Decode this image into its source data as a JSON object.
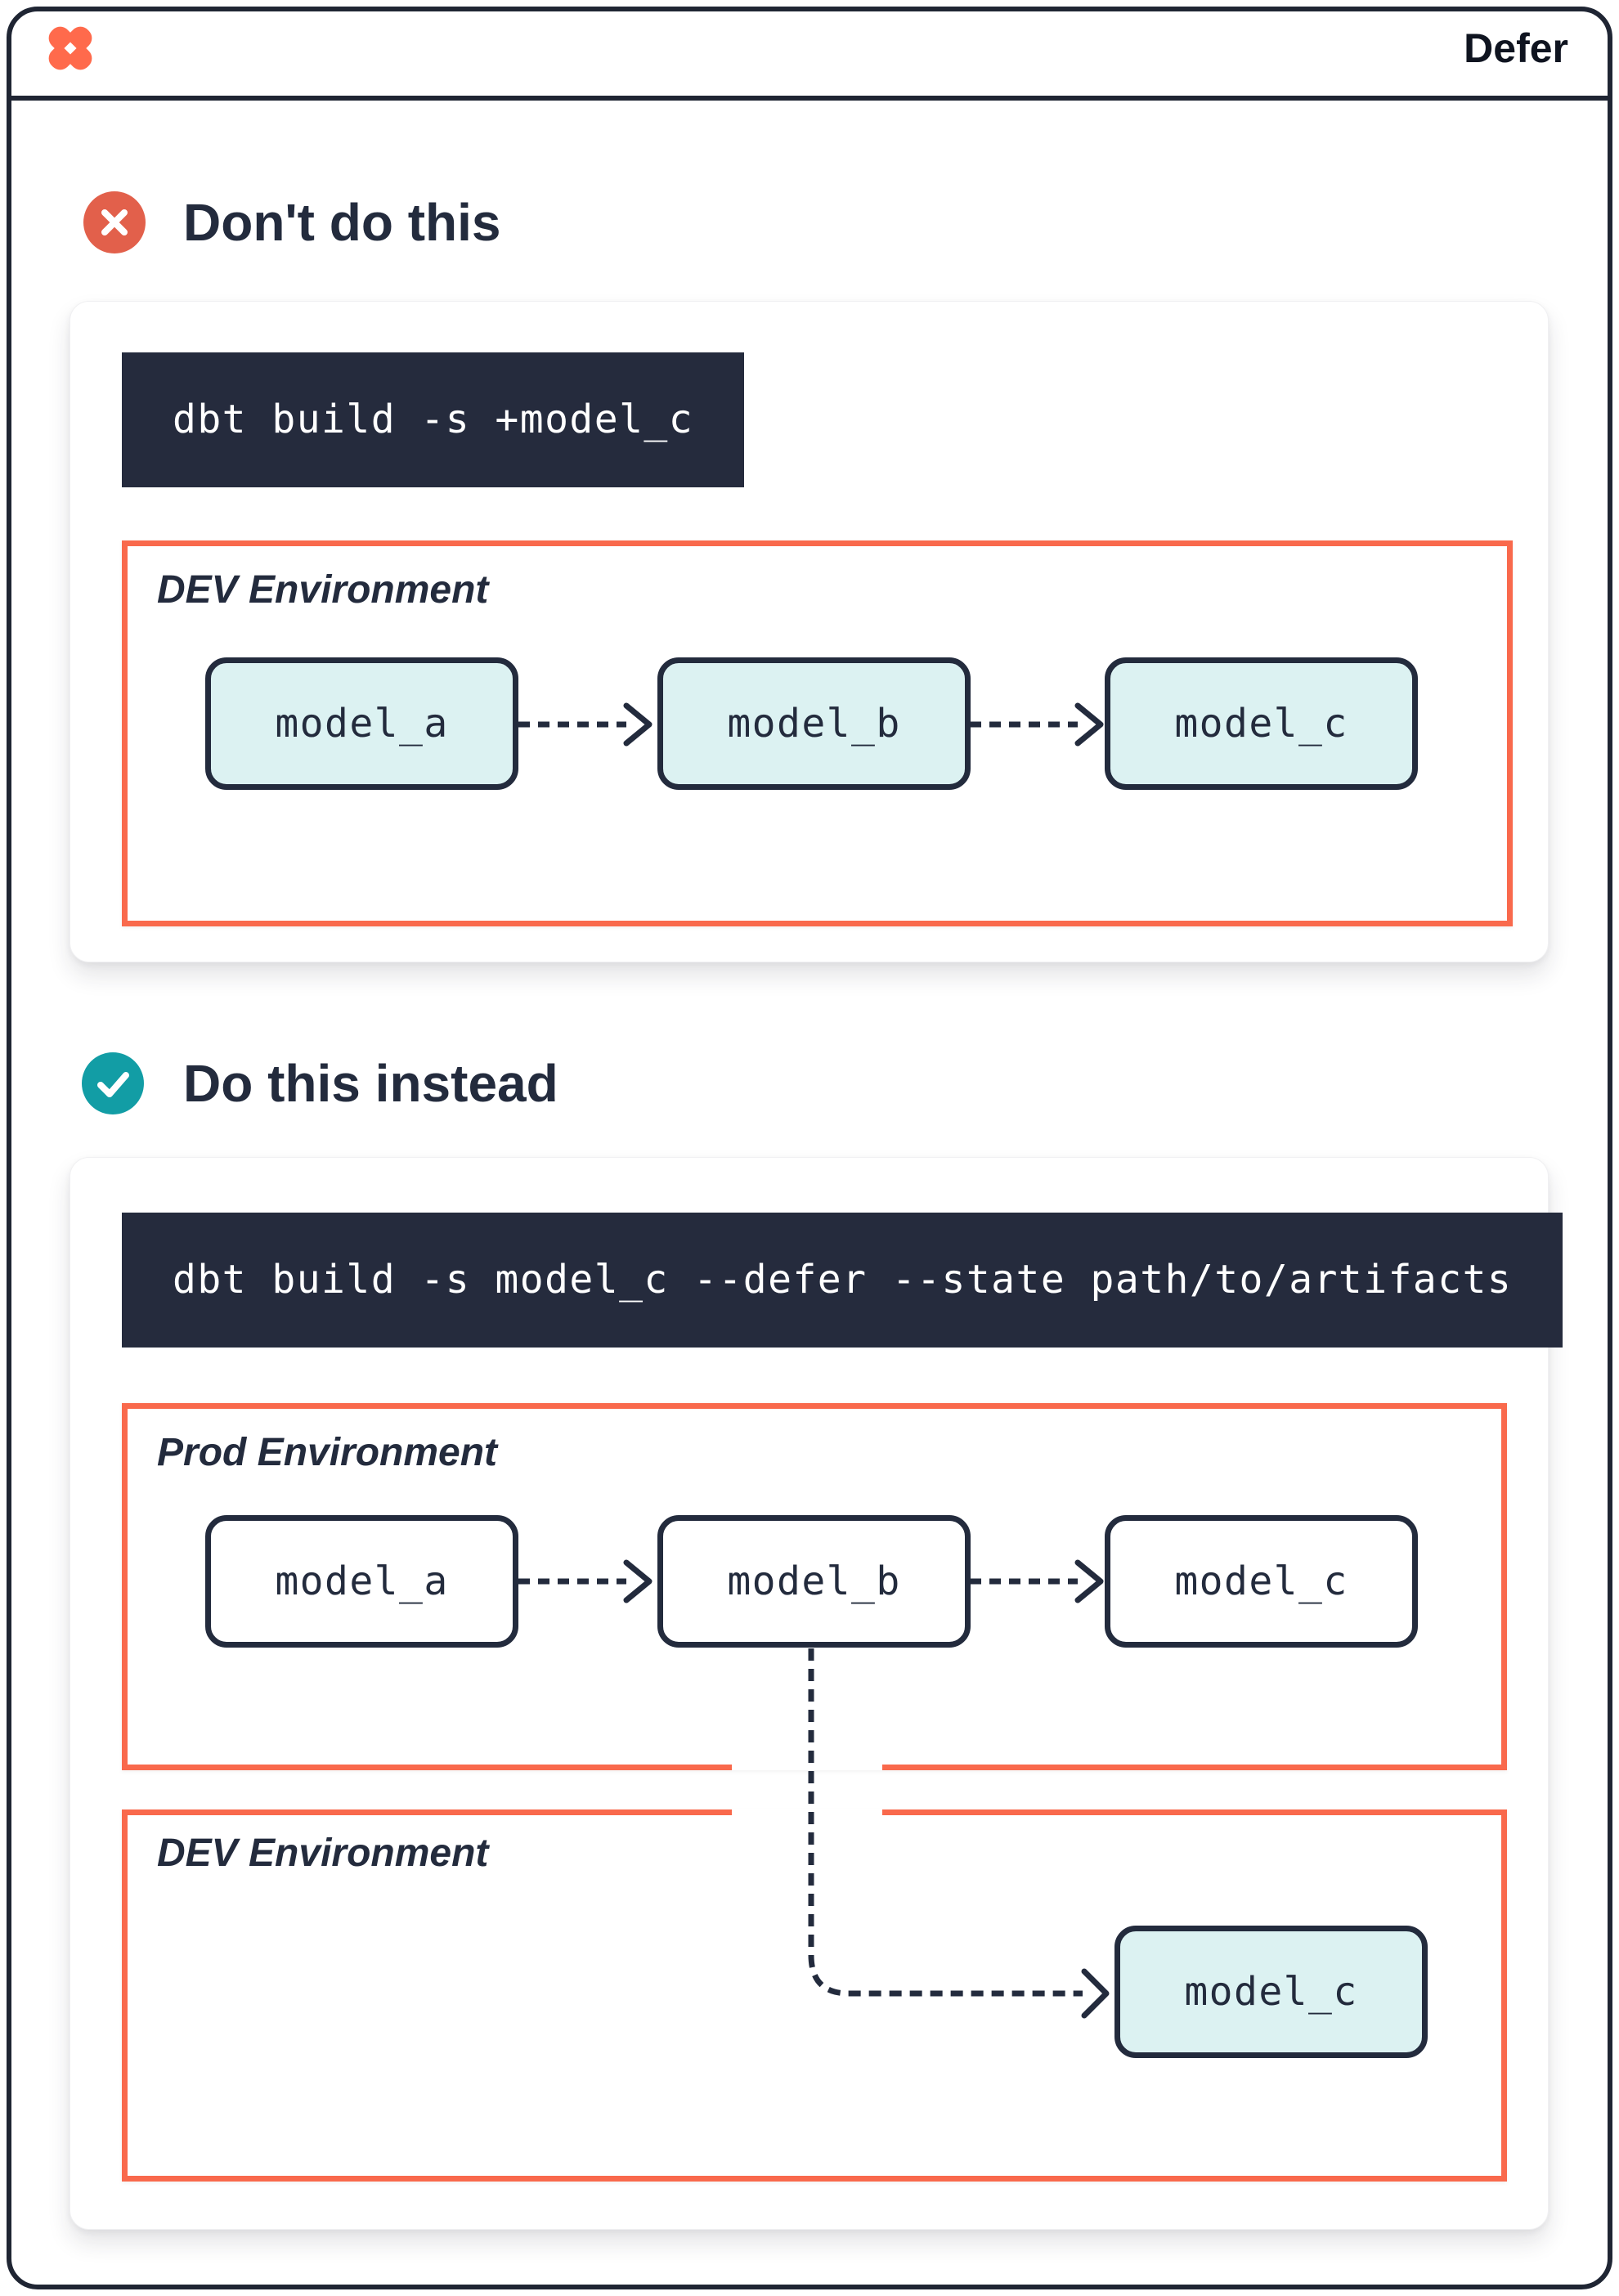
{
  "colors": {
    "accent_orange": "#F9694C",
    "logo_orange": "#FF6A4C",
    "error_red": "#E2604B",
    "success_teal": "#129DA5",
    "navy": "#232B3D",
    "code_bg": "#252B3D",
    "teal_fill": "#DCF2F2",
    "frame": "#1F2533"
  },
  "header": {
    "title": "Defer",
    "logo": "dbt-logo"
  },
  "sections": [
    {
      "heading": "Don't do this",
      "icon": "close-icon",
      "command": "dbt build -s +model_c",
      "environments": [
        {
          "label": "DEV Environment",
          "models": [
            {
              "name": "model_a",
              "highlight": true
            },
            {
              "name": "model_b",
              "highlight": true
            },
            {
              "name": "model_c",
              "highlight": true
            }
          ]
        }
      ]
    },
    {
      "heading": "Do this instead",
      "icon": "check-icon",
      "command": "dbt build -s model_c --defer --state path/to/artifacts",
      "environments": [
        {
          "label": "Prod Environment",
          "models": [
            {
              "name": "model_a",
              "highlight": false
            },
            {
              "name": "model_b",
              "highlight": false
            },
            {
              "name": "model_c",
              "highlight": false
            }
          ]
        },
        {
          "label": "DEV Environment",
          "models": [
            {
              "name": "model_c",
              "highlight": true
            }
          ]
        }
      ]
    }
  ]
}
